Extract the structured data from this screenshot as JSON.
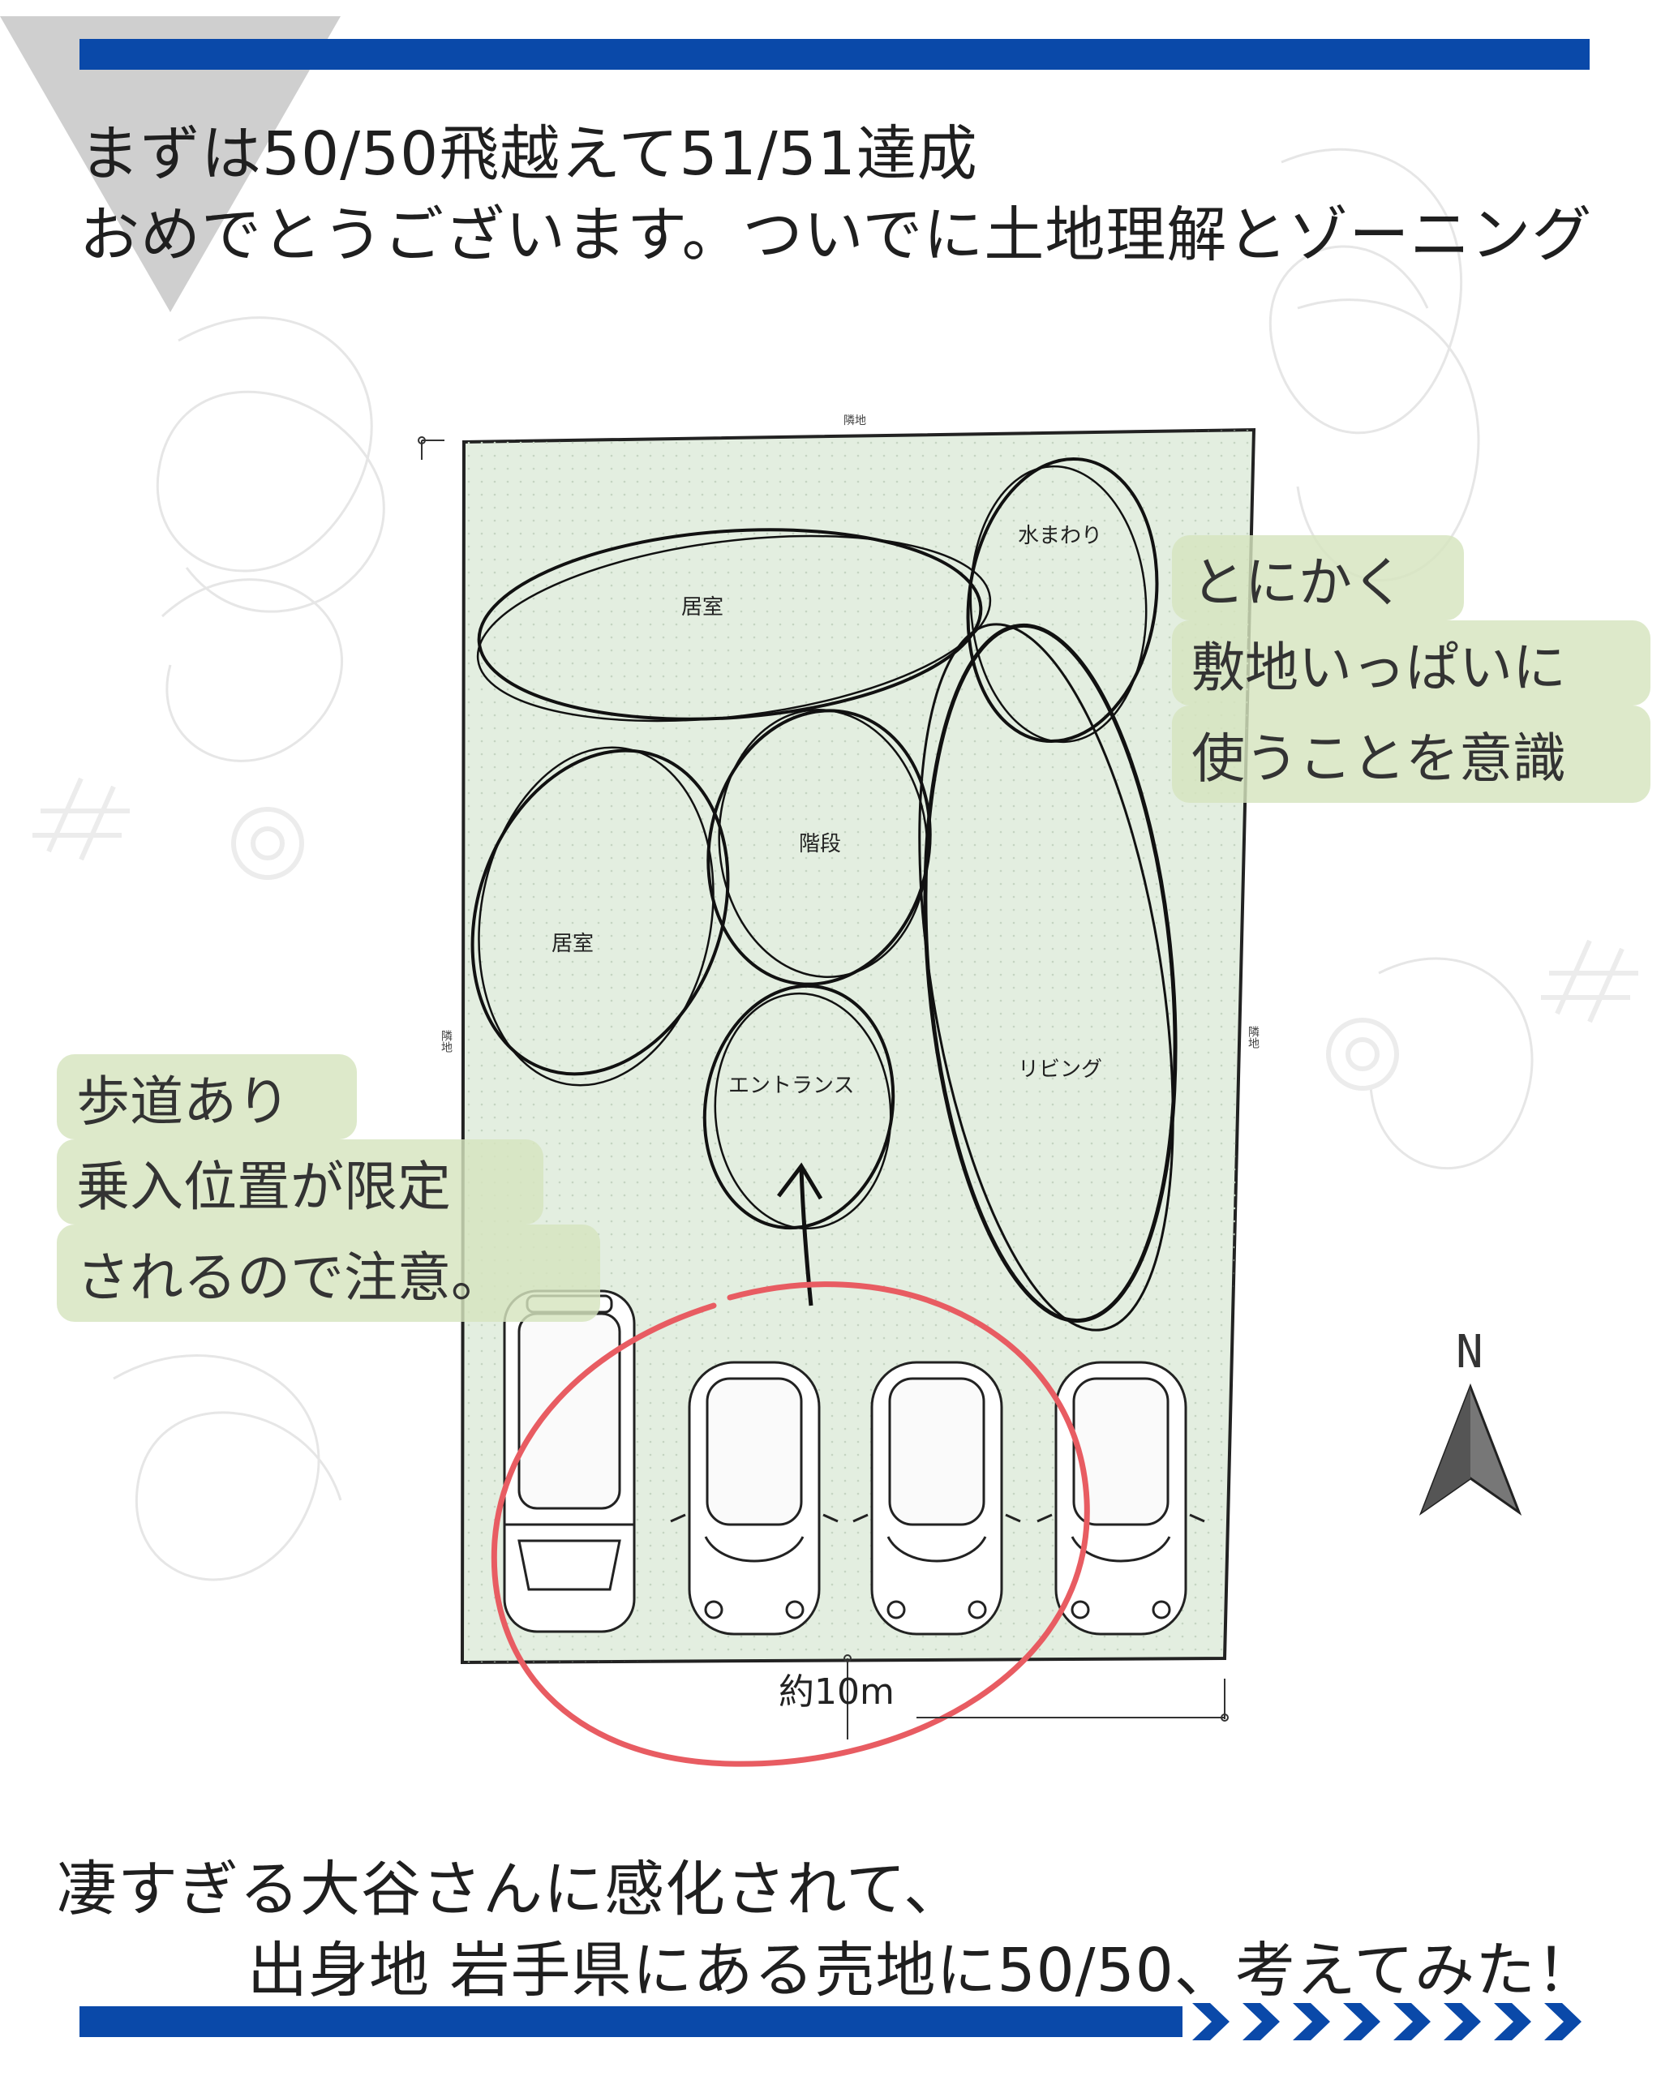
{
  "header": {
    "line1": "まずは50/50飛越えて51/51達成",
    "line2": "おめでとうございます。ついでに土地理解とゾーニング"
  },
  "plan": {
    "neighbor_top": "隣地",
    "neighbor_left": "隣地",
    "neighbor_right": "隣地",
    "rooms": {
      "water": "水まわり",
      "room_top": "居室",
      "stairs": "階段",
      "room_left": "居室",
      "entrance": "エントランス",
      "living": "リビング"
    },
    "width_dim": "約10m",
    "north": "N"
  },
  "notes": {
    "right": [
      "とにかく",
      "敷地いっぱいに",
      "使うことを意識"
    ],
    "left": [
      "歩道あり",
      "乗入位置が限定",
      "されるので注意。"
    ]
  },
  "footer": {
    "line1": "凄すぎる大谷さんに感化されて、",
    "line2": "出身地 岩手県にある売地に50/50、考えてみた！"
  },
  "colors": {
    "accent_blue": "#0a49a9",
    "site_green": "#e3eee0",
    "note_green": "#d6e4be",
    "red_circle": "#e85c62"
  }
}
